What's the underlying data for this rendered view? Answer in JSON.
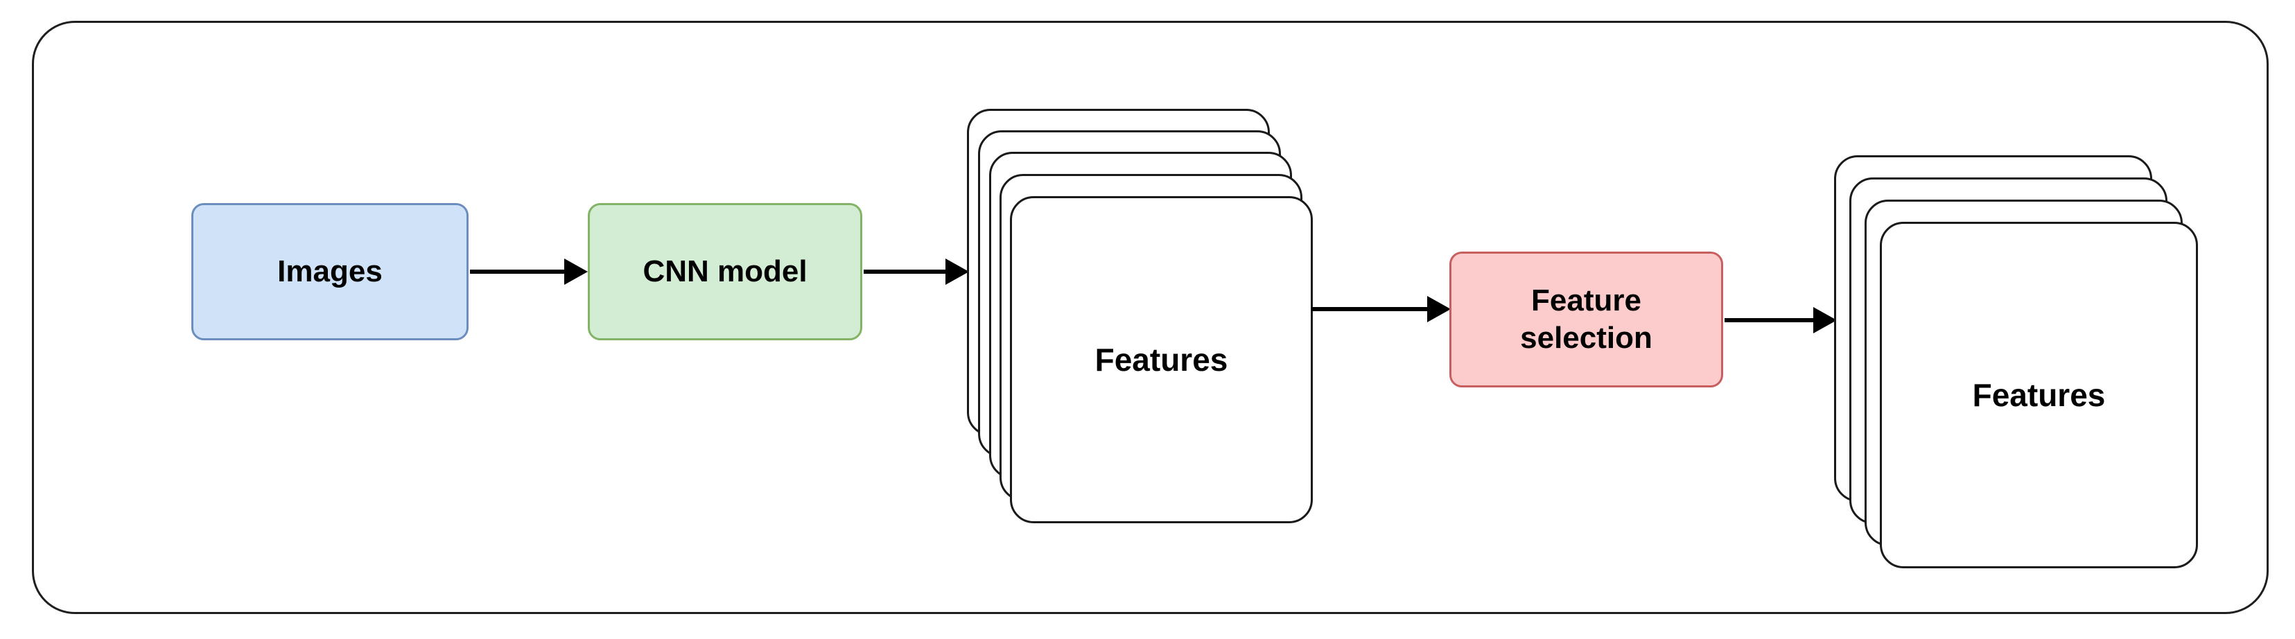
{
  "diagram": {
    "title": "CNN feature extraction and feature selection pipeline",
    "frame": {
      "name": "outer-frame",
      "border_color": "#1f1f1f",
      "background": "#ffffff"
    },
    "nodes": [
      {
        "id": "images",
        "label": "Images",
        "shape": "rounded-rectangle",
        "fill": "#cfe2f7",
        "stroke": "#6c8ebf"
      },
      {
        "id": "cnn-model",
        "label": "CNN model",
        "shape": "rounded-rectangle",
        "fill": "#d3ecd4",
        "stroke": "#82b366"
      },
      {
        "id": "features-extracted",
        "label": "Features",
        "shape": "card-stack",
        "card_count": 5,
        "fill": "#ffffff",
        "stroke": "#1a1a1a"
      },
      {
        "id": "feature-selection",
        "label": "Feature\nselection",
        "shape": "rounded-rectangle",
        "fill": "#fccccc",
        "stroke": "#c75f5f"
      },
      {
        "id": "features-selected",
        "label": "Features",
        "shape": "card-stack",
        "card_count": 4,
        "fill": "#ffffff",
        "stroke": "#1a1a1a"
      }
    ],
    "edges": [
      {
        "id": "edge-1",
        "from": "images",
        "to": "cnn-model",
        "style": "solid-arrow",
        "color": "#000000"
      },
      {
        "id": "edge-2",
        "from": "cnn-model",
        "to": "features-extracted",
        "style": "solid-arrow",
        "color": "#000000"
      },
      {
        "id": "edge-3",
        "from": "features-extracted",
        "to": "feature-selection",
        "style": "solid-arrow",
        "color": "#000000"
      },
      {
        "id": "edge-4",
        "from": "feature-selection",
        "to": "features-selected",
        "style": "solid-arrow",
        "color": "#000000"
      }
    ]
  }
}
